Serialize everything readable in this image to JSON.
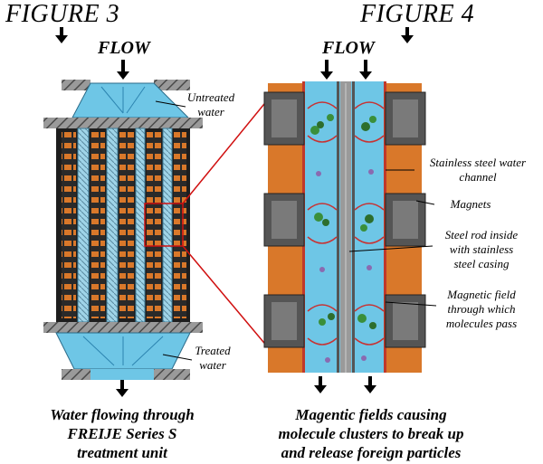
{
  "figure3": {
    "title": "FIGURE 3",
    "flow_label": "FLOW",
    "untreated_label": [
      "Untreated",
      "water"
    ],
    "treated_label": [
      "Treated",
      "water"
    ],
    "caption": [
      "Water flowing through",
      "FREIJE Series S",
      "treatment unit"
    ]
  },
  "figure4": {
    "title": "FIGURE 4",
    "flow_label": "FLOW",
    "labels": {
      "channel": [
        "Stainless steel water",
        "channel"
      ],
      "magnets": "Magnets",
      "rod": [
        "Steel rod inside",
        "with stainless",
        "steel casing"
      ],
      "field": [
        "Magnetic field",
        "through which",
        "molecules pass"
      ]
    },
    "caption": [
      "Magentic fields causing",
      "molecule clusters to break up",
      "and release foreign particles"
    ]
  },
  "colors": {
    "water": "#6ec6e6",
    "water_dark": "#3a9fc7",
    "steel": "#8a8a8a",
    "magnet_orange": "#d9782a",
    "magnet_dark": "#2f2f2f",
    "field_line": "#c83232",
    "zoom_line": "#d01010"
  }
}
